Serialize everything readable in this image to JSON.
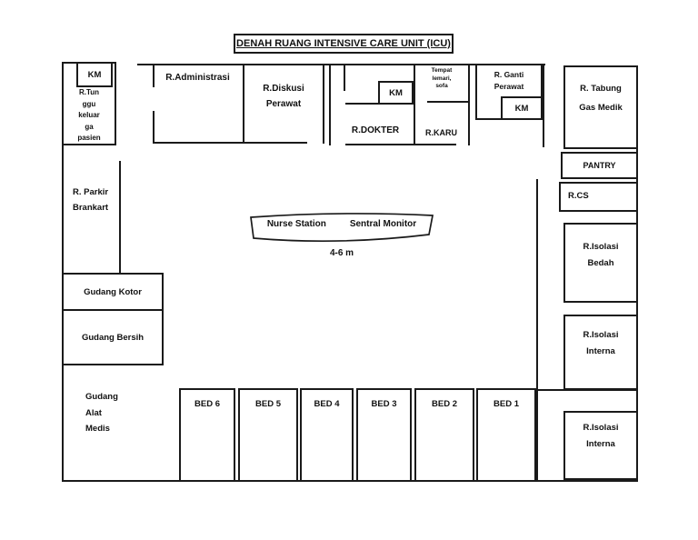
{
  "title": "DENAH RUANG INTENSIVE CARE UNIT (ICU)",
  "rooms": {
    "km1": "KM",
    "waiting_lines": [
      "R.Tun",
      "ggu",
      "keluar",
      "ga",
      "pasien"
    ],
    "administrasi": "R.Administrasi",
    "diskusi_lines": [
      "R.Diskusi",
      "Perawat"
    ],
    "km2": "KM",
    "dokter": "R.DOKTER",
    "tempat_lines": [
      "Tempat",
      "lemari,",
      "sofa"
    ],
    "karu": "R.KARU",
    "ganti_lines": [
      "R. Ganti",
      "Perawat"
    ],
    "km3": "KM",
    "tabung_lines": [
      "R. Tabung",
      "Gas Medik"
    ],
    "pantry": "PANTRY",
    "cs": "R.CS",
    "isolasi_bedah_lines": [
      "R.Isolasi",
      "Bedah"
    ],
    "isolasi_interna1_lines": [
      "R.Isolasi",
      "Interna"
    ],
    "isolasi_interna2_lines": [
      "R.Isolasi",
      "Interna"
    ],
    "parkir_lines": [
      "R. Parkir",
      "Brankart"
    ],
    "gudang_kotor": "Gudang Kotor",
    "gudang_bersih": "Gudang Bersih",
    "gudang_alat_lines": [
      "Gudang",
      "Alat",
      "Medis"
    ]
  },
  "center": {
    "nurse_station": "Nurse Station",
    "sentral_monitor": "Sentral Monitor",
    "distance": "4-6 m"
  },
  "beds": [
    "BED 6",
    "BED 5",
    "BED 4",
    "BED 3",
    "BED 2",
    "BED 1"
  ],
  "colors": {
    "wall": "#1a1a1a",
    "text": "#111111",
    "background": "#ffffff"
  }
}
